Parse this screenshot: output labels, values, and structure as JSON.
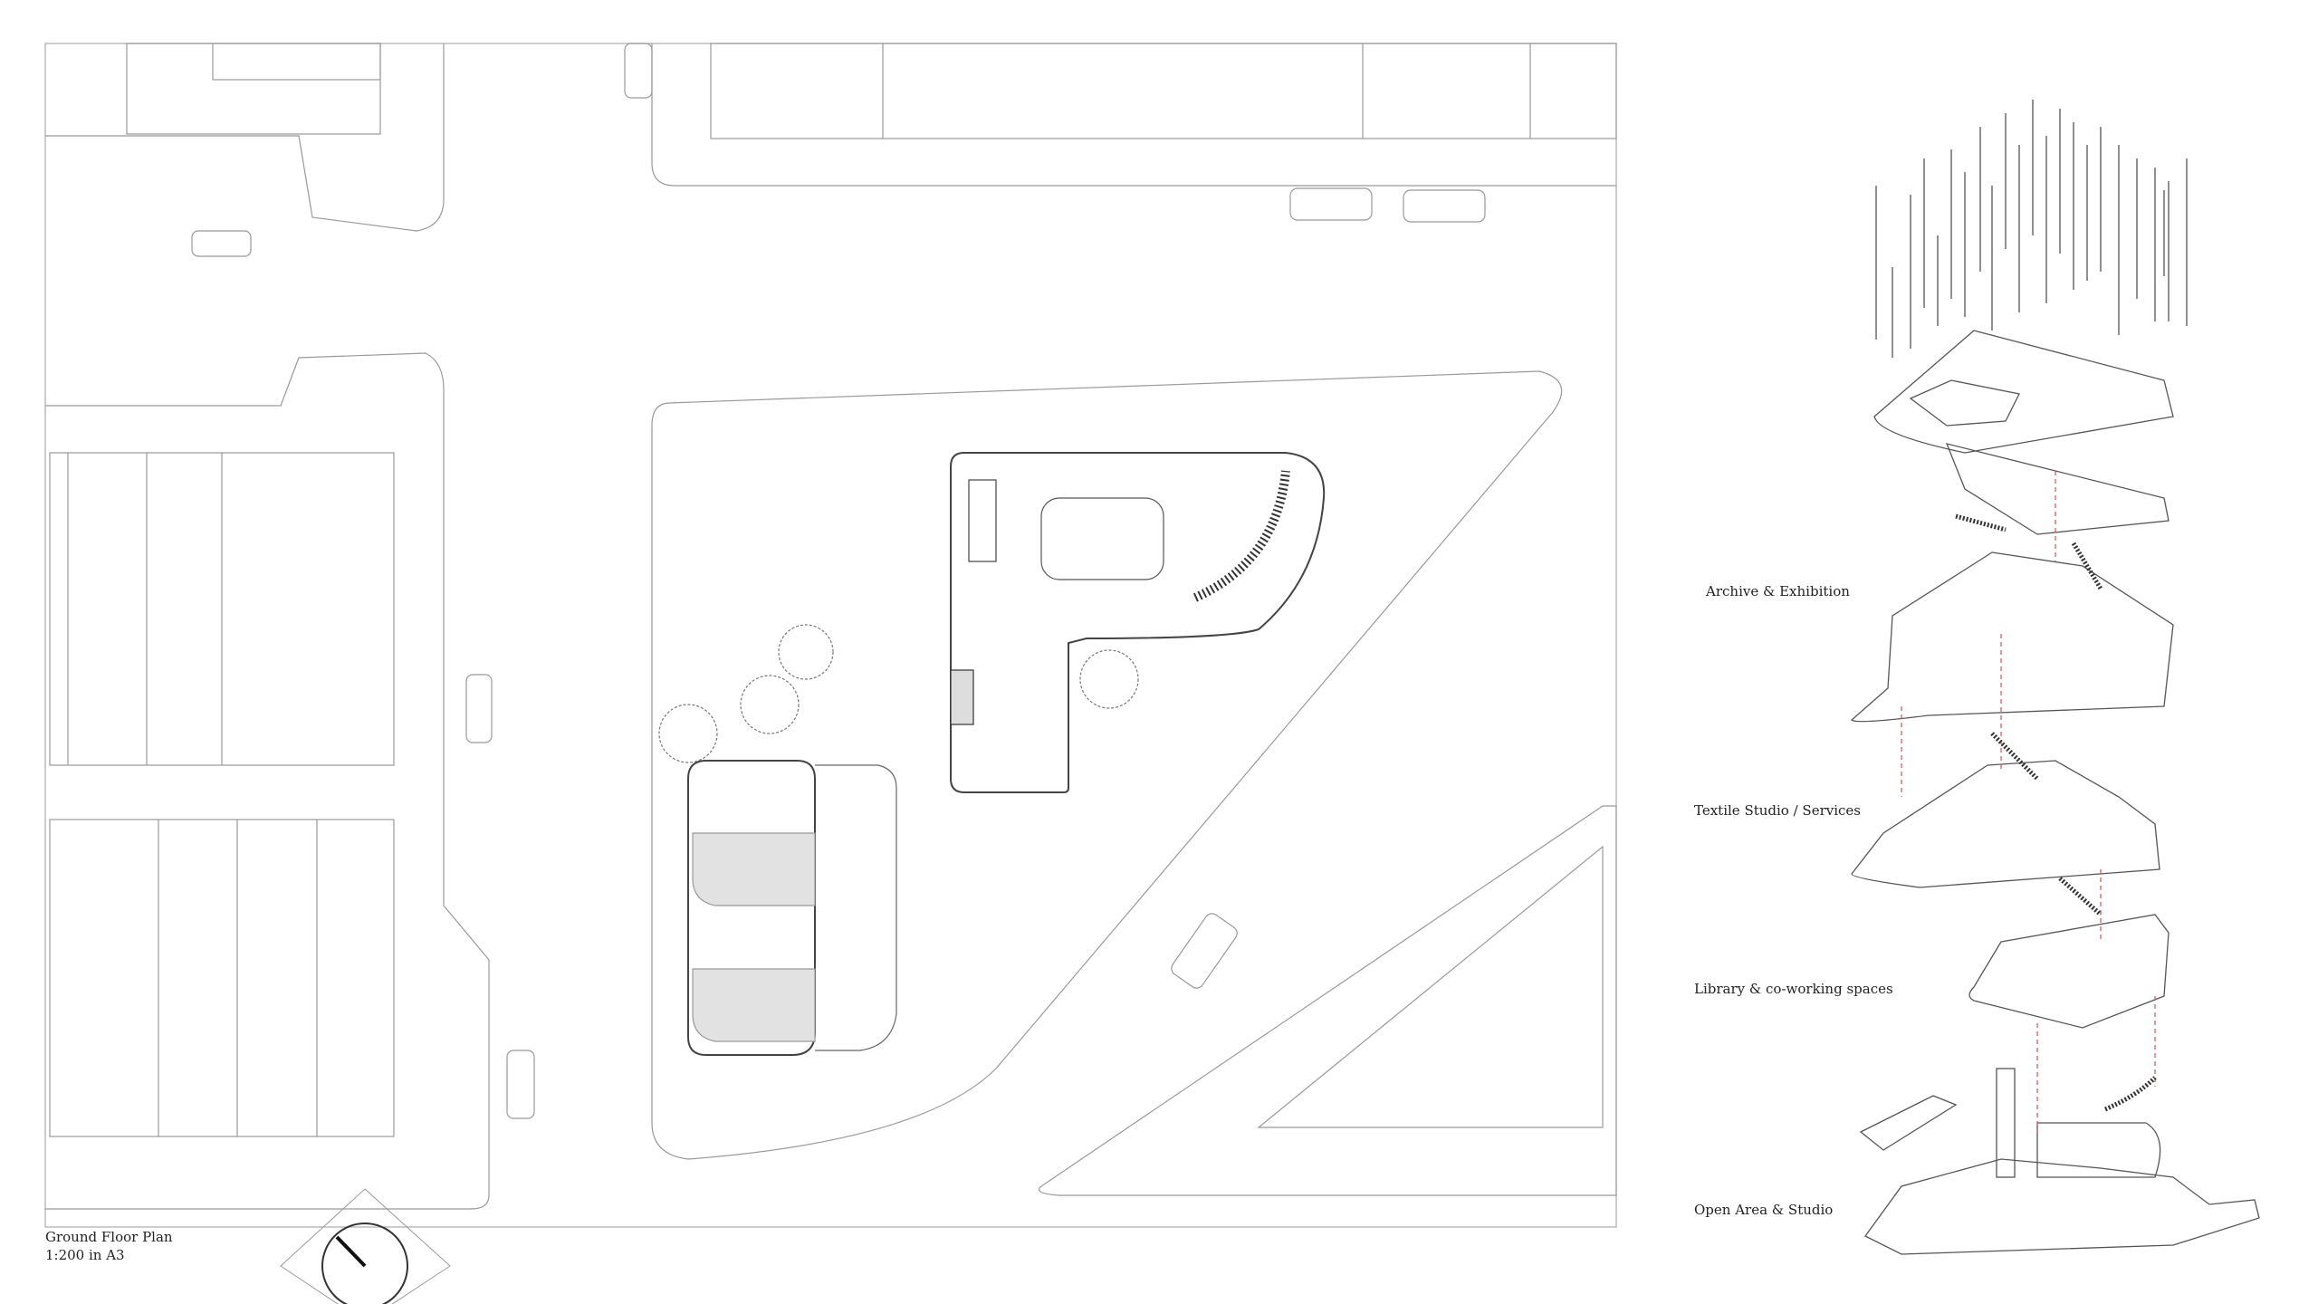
{
  "plan": {
    "title": "Ground Floor Plan",
    "scale": "1:200 in A3"
  },
  "axonometric": {
    "levels": [
      {
        "label": "Archive & Exhibition"
      },
      {
        "label": "Textile Studio / Services"
      },
      {
        "label": "Library & co-working spaces"
      },
      {
        "label": "Open Area & Studio"
      }
    ]
  },
  "colors": {
    "line": "#888888",
    "dark": "#222222",
    "accent": "#e05a5a"
  }
}
